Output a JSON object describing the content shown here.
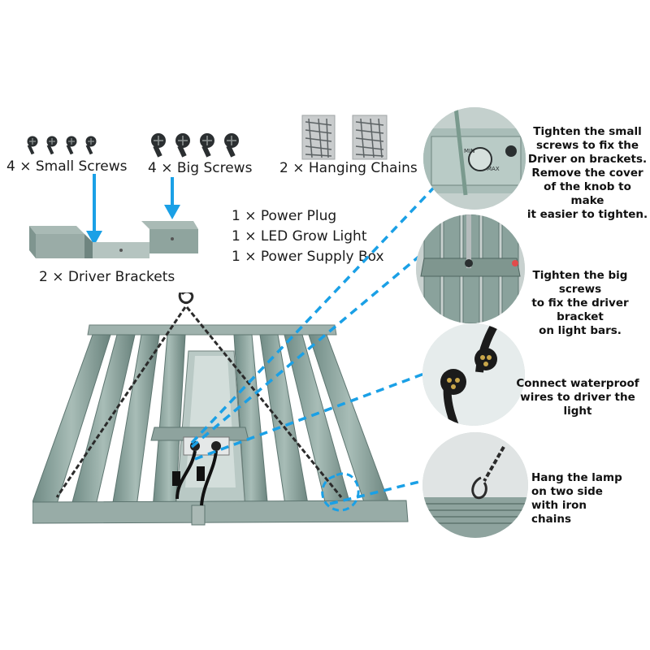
{
  "parts": {
    "small_screws": "4 × Small Screws",
    "big_screws": "4 × Big Screws",
    "hanging_chains": "2 × Hanging Chains",
    "driver_brackets": "2 × Driver Brackets",
    "power_plug": "1 × Power Plug",
    "grow_light": "1 × LED Grow Light",
    "power_box": "1 × Power Supply Box"
  },
  "knob": {
    "min_label": "MIN",
    "max_label": "MAX"
  },
  "steps": [
    {
      "caption_lines": [
        "Tighten the small",
        "screws to fix the",
        "Driver on brackets.",
        "Remove the cover",
        "of the knob to make",
        "it easier to tighten."
      ]
    },
    {
      "caption_lines": [
        "Tighten the big screws",
        "to fix the driver bracket",
        "on light bars."
      ]
    },
    {
      "caption_lines": [
        "Connect waterproof",
        "wires to driver the light"
      ]
    },
    {
      "caption_lines": [
        "Hang the lamp",
        "on two side",
        "with iron chains"
      ]
    }
  ],
  "colors": {
    "accent": "#1aa0e6",
    "metal": "#8fa8a2",
    "dark": "#2a2f30"
  }
}
